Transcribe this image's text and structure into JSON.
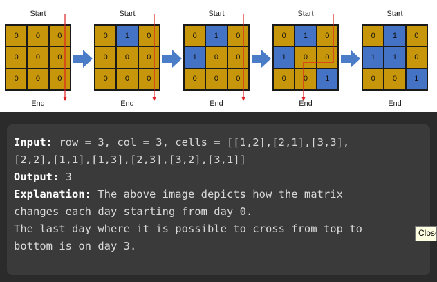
{
  "figure": {
    "start_label": "Start",
    "end_label": "End",
    "panels": [
      {
        "cells": [
          [
            "0",
            "0",
            "0"
          ],
          [
            "0",
            "0",
            "0"
          ],
          [
            "0",
            "0",
            "0"
          ]
        ],
        "types": [
          [
            0,
            0,
            0
          ],
          [
            0,
            0,
            0
          ],
          [
            0,
            0,
            0
          ]
        ]
      },
      {
        "cells": [
          [
            "0",
            "1",
            "0"
          ],
          [
            "0",
            "0",
            "0"
          ],
          [
            "0",
            "0",
            "0"
          ]
        ],
        "types": [
          [
            0,
            1,
            0
          ],
          [
            0,
            0,
            0
          ],
          [
            0,
            0,
            0
          ]
        ]
      },
      {
        "cells": [
          [
            "0",
            "1",
            "0"
          ],
          [
            "1",
            "0",
            "0"
          ],
          [
            "0",
            "0",
            "0"
          ]
        ],
        "types": [
          [
            0,
            1,
            0
          ],
          [
            1,
            0,
            0
          ],
          [
            0,
            0,
            0
          ]
        ]
      },
      {
        "cells": [
          [
            "0",
            "1",
            "0"
          ],
          [
            "1",
            "0",
            "0"
          ],
          [
            "0",
            "0",
            "1"
          ]
        ],
        "types": [
          [
            0,
            1,
            0
          ],
          [
            1,
            0,
            0
          ],
          [
            0,
            0,
            1
          ]
        ]
      },
      {
        "cells": [
          [
            "0",
            "1",
            "0"
          ],
          [
            "1",
            "1",
            "0"
          ],
          [
            "0",
            "0",
            "1"
          ]
        ],
        "types": [
          [
            0,
            1,
            0
          ],
          [
            1,
            1,
            0
          ],
          [
            0,
            0,
            1
          ]
        ]
      }
    ],
    "colors": {
      "land": "#c8960a",
      "water": "#4472c4",
      "path": "#e02020",
      "arrow": "#4a7cc7"
    }
  },
  "description": {
    "input_label": "Input:",
    "input_line1": " row = 3, col = 3, cells = [[1,2],[2,1],[3,3],",
    "input_line2": "[2,2],[1,1],[1,3],[2,3],[3,2],[3,1]]",
    "output_label": "Output:",
    "output_value": " 3",
    "explanation_label": "Explanation:",
    "explanation_line1": " The above image depicts how the matrix",
    "explanation_line2": "changes each day starting from day 0.",
    "explanation_line3": "The last day where it is possible to cross from top to",
    "explanation_line4": "bottom is on day 3."
  },
  "tooltip": {
    "text": "Close"
  }
}
